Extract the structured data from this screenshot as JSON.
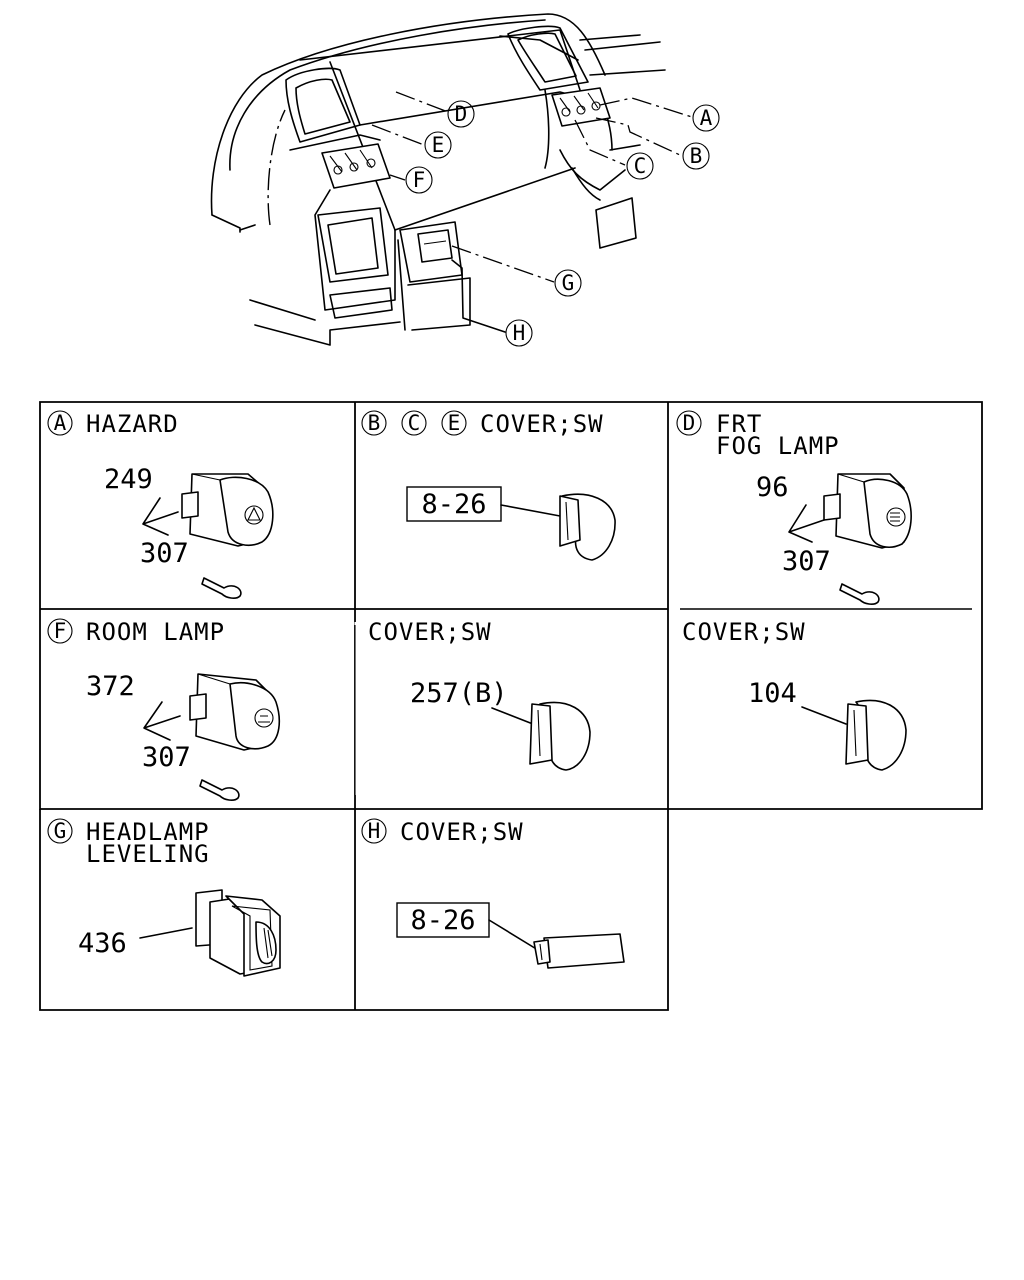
{
  "overview": {
    "callouts": [
      "A",
      "B",
      "C",
      "D",
      "E",
      "F",
      "G",
      "H"
    ]
  },
  "cells": {
    "a": {
      "key": "A",
      "title": "HAZARD",
      "parts": [
        "249",
        "307"
      ]
    },
    "bce": {
      "keys": [
        "B",
        "C",
        "E"
      ],
      "title": "COVER;SW",
      "parts": [
        "8-26"
      ]
    },
    "d": {
      "key": "D",
      "title_line1": "FRT",
      "title_line2": "FOG LAMP",
      "parts": [
        "96",
        "307"
      ]
    },
    "f": {
      "key": "F",
      "title": "ROOM LAMP",
      "parts": [
        "372",
        "307"
      ]
    },
    "cover1": {
      "title": "COVER;SW",
      "parts": [
        "257(B)"
      ]
    },
    "cover2": {
      "title": "COVER;SW",
      "parts": [
        "104"
      ]
    },
    "g": {
      "key": "G",
      "title_line1": "HEADLAMP",
      "title_line2": "LEVELING",
      "parts": [
        "436"
      ]
    },
    "h": {
      "key": "H",
      "title": "COVER;SW",
      "parts": [
        "8-26"
      ]
    }
  }
}
